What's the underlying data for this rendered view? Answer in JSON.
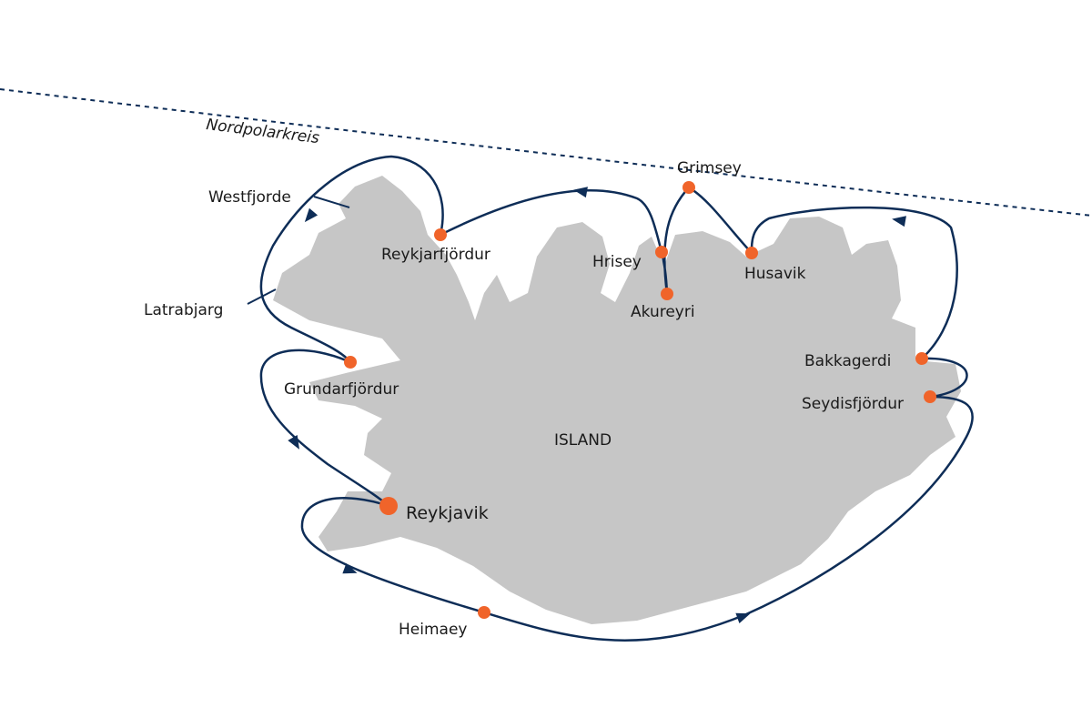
{
  "map": {
    "country_label": "ISLAND",
    "arctic_circle_label": "Nordpolarkreis",
    "region_labels": [
      "Westfjorde",
      "Latrabjarg"
    ],
    "ports": [
      {
        "name": "Reykjavik",
        "main": true
      },
      {
        "name": "Heimaey"
      },
      {
        "name": "Seydisfjördur"
      },
      {
        "name": "Bakkagerdi"
      },
      {
        "name": "Husavik"
      },
      {
        "name": "Grimsey"
      },
      {
        "name": "Akureyri"
      },
      {
        "name": "Hrisey"
      },
      {
        "name": "Reykjarfjördur"
      },
      {
        "name": "Grundarfjördur"
      }
    ],
    "colors": {
      "land": "#c6c6c6",
      "route": "#0e2d57",
      "port": "#f0642a",
      "text": "#1a1a1a"
    }
  }
}
